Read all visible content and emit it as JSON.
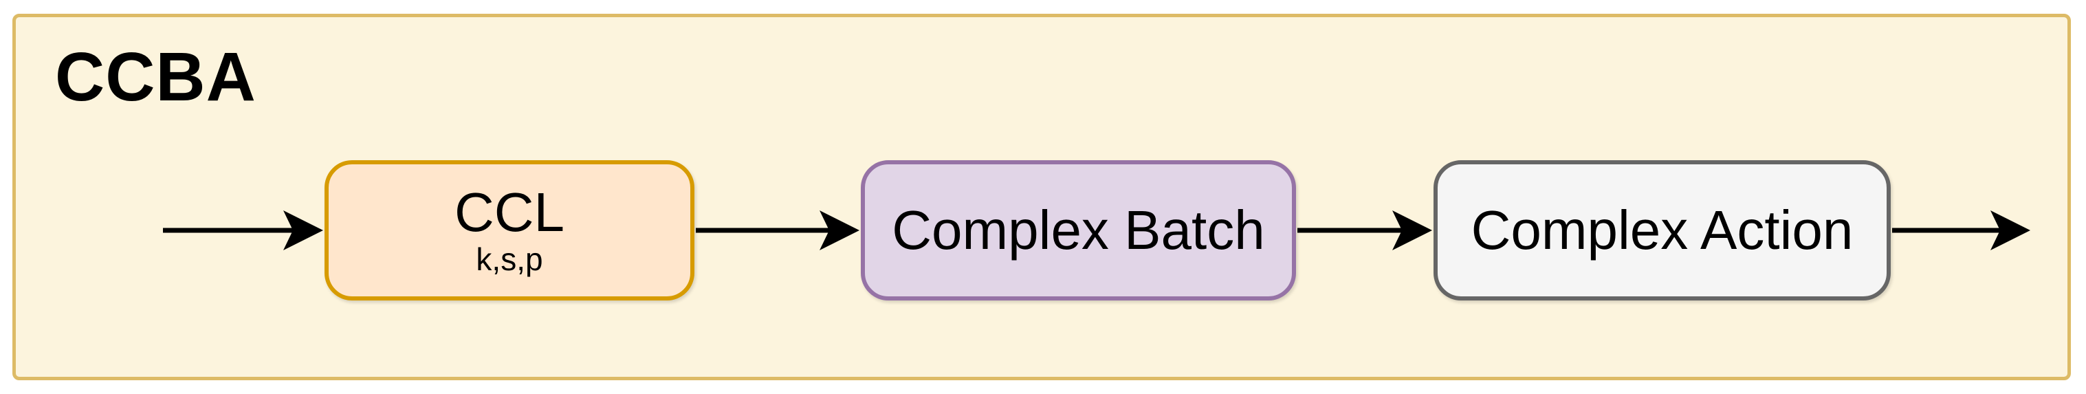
{
  "diagram": {
    "title": "CCBA",
    "nodes": [
      {
        "id": "ccl",
        "label": "CCL",
        "sublabel": "k,s,p",
        "fill": "#FFE6CC",
        "stroke": "#D79B00"
      },
      {
        "id": "complex-batch",
        "label": "Complex Batch",
        "sublabel": "",
        "fill": "#E1D5E7",
        "stroke": "#9673A6"
      },
      {
        "id": "complex-action",
        "label": "Complex Action",
        "sublabel": "",
        "fill": "#F5F5F5",
        "stroke": "#666666"
      }
    ],
    "colors": {
      "canvas_background": "#FFFFFF",
      "frame_fill": "#FCF4DD",
      "frame_stroke": "#DDBB66",
      "arrow": "#000000",
      "text": "#000000"
    }
  }
}
